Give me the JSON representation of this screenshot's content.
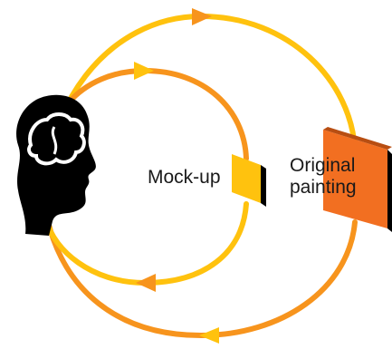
{
  "labels": {
    "mockup": "Mock-up",
    "original_line1": "Original",
    "original_line2": "painting"
  },
  "colors": {
    "outer_loop_top": "#FFC20E",
    "outer_loop_bottom": "#F7941D",
    "inner_loop_top": "#F7941D",
    "inner_loop_bottom": "#FFC20E",
    "mockup_panel": "#FFC20E",
    "original_panel": "#F26F21",
    "head": "#000000",
    "brain_outline": "#ffffff"
  },
  "icons": [
    "head-silhouette-icon",
    "brain-icon",
    "mockup-panel-icon",
    "original-painting-panel-icon",
    "arrow-icon"
  ]
}
